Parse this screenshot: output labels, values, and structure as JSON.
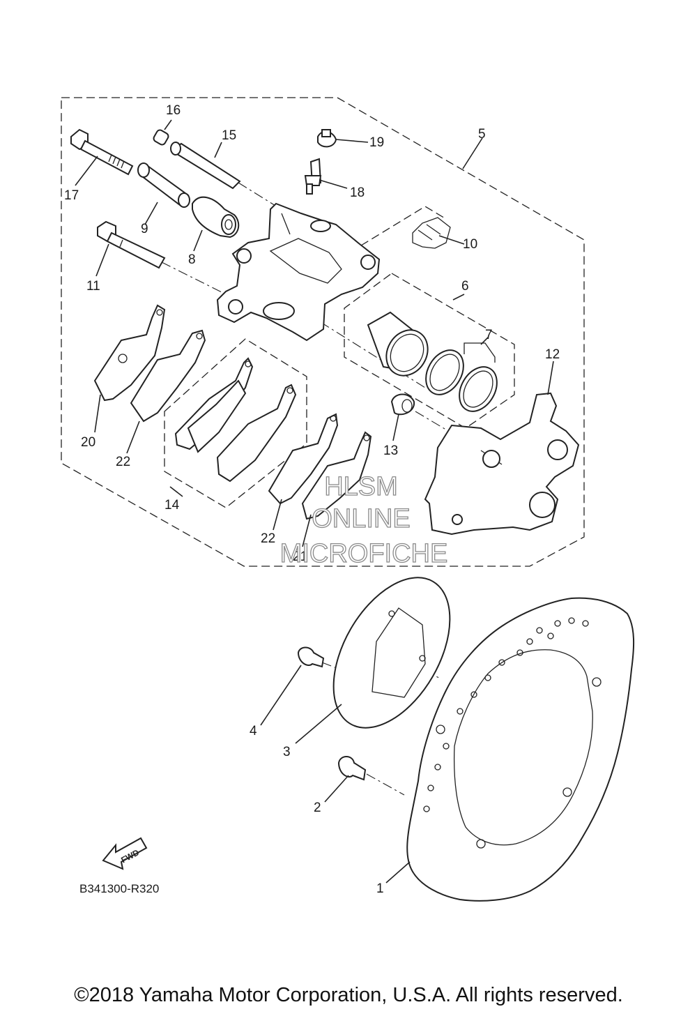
{
  "diagram": {
    "callouts": [
      "1",
      "2",
      "3",
      "4",
      "5",
      "6",
      "7",
      "8",
      "9",
      "10",
      "11",
      "12",
      "13",
      "14",
      "15",
      "16",
      "17",
      "18",
      "19",
      "20",
      "21",
      "22",
      "22"
    ],
    "diagram_code": "B341300-R320",
    "fwd_label": "FWD",
    "watermark": [
      "HLSM",
      "ONLINE",
      "MICROFICHE"
    ]
  },
  "footer": {
    "copyright": "©2018 Yamaha Motor Corporation, U.S.A. All rights reserved."
  }
}
